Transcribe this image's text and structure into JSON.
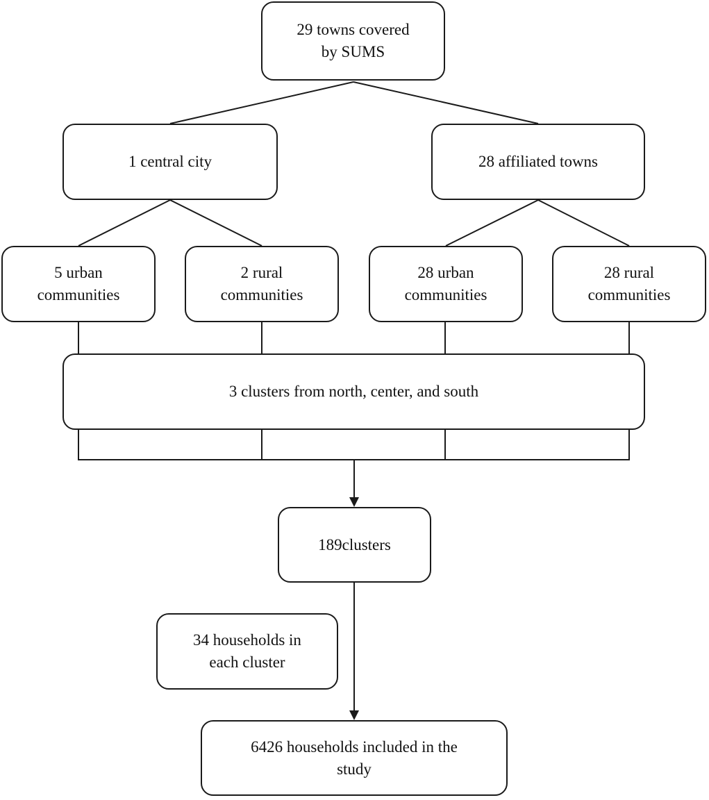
{
  "flowchart": {
    "root": "29 towns covered\nby SUMS",
    "central_city": "1 central city",
    "affiliated_towns": "28 affiliated towns",
    "central_urban": "5 urban\ncommunities",
    "central_rural": "2 rural\ncommunities",
    "affiliated_urban": "28 urban\ncommunities",
    "affiliated_rural": "28 rural\ncommunities",
    "clusters_regions": "3 clusters from north, center, and south",
    "clusters_total": "189clusters",
    "households_per_cluster": "34 households in\neach cluster",
    "households_total": "6426 households included in the\nstudy"
  },
  "colors": {
    "stroke": "#1a1a1a",
    "background": "#ffffff"
  }
}
